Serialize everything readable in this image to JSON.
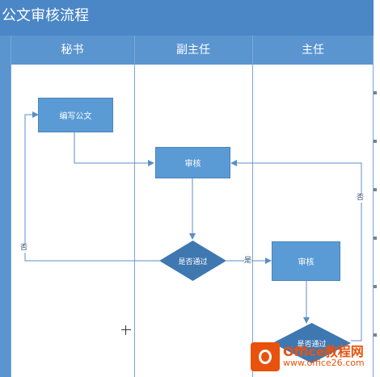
{
  "title": "公文审核流程",
  "lanes": [
    {
      "label": "秘书"
    },
    {
      "label": "副主任"
    },
    {
      "label": "主任"
    }
  ],
  "nodes": {
    "write_doc": "编写公文",
    "review_deputy": "审核",
    "decision_deputy": "是否通过",
    "review_director": "审核",
    "decision_director": "是否通过"
  },
  "edges": {
    "no_left": "否",
    "yes_middle": "是",
    "no_right": "否"
  },
  "colors": {
    "header": "#4b86c6",
    "lane_header": "#5b95d0",
    "node_fill": "#5b9bd5",
    "decision_fill": "#3f78b1",
    "connector": "#5b8ec8"
  },
  "watermark": {
    "text": "Office教程网",
    "url": "www.office26.com"
  }
}
